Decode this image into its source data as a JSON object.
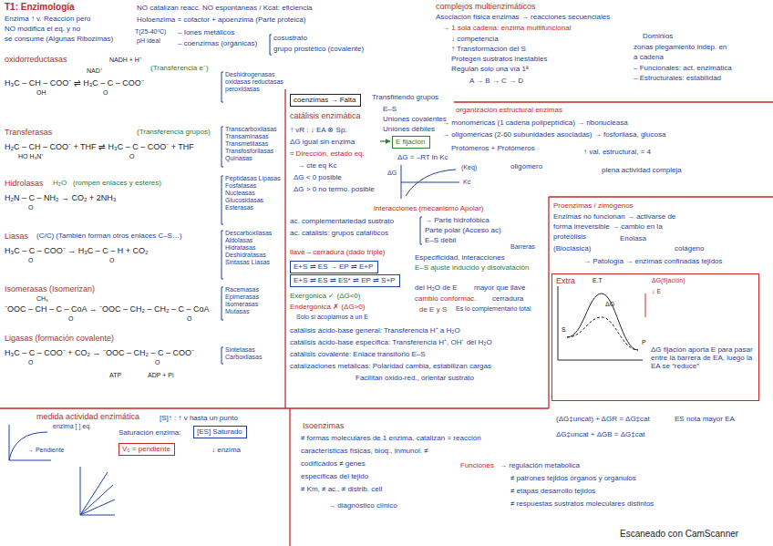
{
  "diagram": {
    "title": "T1: Enzimología",
    "nodes": [
      {
        "text": [
          "coenzimas → Falta"
        ]
      },
      {
        "text": [
          "E+S ⇌ ES → EP ⇌ E+P"
        ]
      },
      {
        "text": [
          "E+S ⇌ ES ⇌ ES* ⇌ EP ⇌ S+P"
        ]
      },
      {
        "text": [
          "E fijación"
        ]
      },
      {
        "text": [
          "[ES] Saturado"
        ]
      },
      {
        "text": [
          "V₀ = pendiente"
        ]
      },
      {
        "text": [
          "Extra",
          "ΔG fijación aporta E para pasar entre la barrera de EA, luego la EA se “reduce”"
        ]
      }
    ],
    "labels": [
      "Enzima ↑ v. Reacción pero",
      "NO modifica el eq. y no",
      "se consume (Algunas Ribozimas)",
      "NO catalizan reacc. NO espontáneas / Kcat: eficiencia",
      "Holoenzima = cofactor + apoenzima (Parte proteica)",
      "T(25-40ºC)",
      "pH ideal",
      "– Iones metálicos",
      "– coenzimas (orgánicas)",
      "cosustrato",
      "grupo prostético (covalente)",
      "oxidorreductasas",
      "NADH + H⁺",
      "NAD⁺",
      "H₃C – CH – COO⁻ ⇌ H₃C – C – COO⁻",
      "OH",
      "O",
      "(Transferencia e⁻)",
      "Deshidrogenasas oxidasas reductasas peroxidasas",
      "Transferasas",
      "H₂C – CH – COO⁻ + THF ⇌ H₃C – C – COO⁻ + THF",
      "HO H₃N⁺",
      "O",
      "(Transferencia grupos)",
      "Transcarboxilasas Transaminasas Transmetilasas Transfosforilasas Quinasas",
      "Hidrolasas",
      "H₂O",
      "(rompen enlaces y esteres)",
      "H₂N – C – NH₂ → CO₂ + 2NH₃",
      "O",
      "Peptidasas Lipasas Fosfatasas Nucleasas Glucosidasas Esterasas",
      "Liasas",
      "(C/C) (También forman otros enlaces C–S…)",
      "H₃C – C – COO⁻ → H₃C – C – H + CO₂",
      "O",
      "O",
      "Descarboxilasas Aldolasas Hidratasas Deshidratasas Sintasas Liasas",
      "Isomerasas (Isomerizan)",
      "CH₃",
      "⁻OOC – CH – C – CoA → ⁻OOC – CH₂ – CH₂ – C – CoA",
      "O",
      "O",
      "Racemasas Epimerasas Isomerasas Mutasas",
      "Ligasas (formación covalente)",
      "H₃C – C – COO⁻ + CO₂ → ⁻OOC – CH₂ – C – COO⁻",
      "O",
      "O",
      "ATP",
      "ADP + Pi",
      "Sintetasas Carboxilasas",
      "Transfiriendo grupos",
      "catálisis enzimática",
      "E–S",
      "Uniones covalentes",
      "Uniones débiles",
      "↑ vR : ↓ EA ⊗ Sp.",
      "ΔG igual sin enzima",
      "≈ Dirección, estado eq.",
      "→ cte eq Kc",
      "ΔG < 0 posible",
      "ΔG > 0 no termo. posible",
      "ΔG = –RT ln Kc",
      "ΔG",
      "(Keq)",
      "Kc",
      "interacciones (mecanismo Apolar)",
      "→ Parte hidrofóbica",
      "Parte polar (Acceso ac)",
      "E–S débil",
      "ac. complementariedad sustrato",
      "ac. catálisis: grupos catalíticos",
      "llave – cerradura (dado triple)",
      "Barreras",
      "Especificidad, interacciones",
      "E–S ajuste inducido y disolvatación",
      "del H₂O de E",
      "mayor que llave",
      "cambio conformac.",
      "cerradura",
      "de E y S",
      "Es lo complementario total",
      "Exergónica ✓ (ΔG<0)",
      "Endergónica ✗ (ΔG>0)",
      "Solo si acoplamos a un E",
      "catálisis ácido-base general: Transferencia H⁺ a H₂O",
      "catálisis ácido-base específica: Transferencia H⁺, OH⁻ del H₂O",
      "catálisis covalente: Enlace transitorio E–S",
      "catalizaciones metálicas: Polaridad cambia, estabilizan cargas",
      "Facilitan oxido-red., orientar sustrato",
      "complejos multienzimáticos",
      "Asociación física enzimas → reacciones secuenciales",
      "→ 1 sola cadena: enzima multifuncional",
      "↓ competencia",
      "↑ Transformación del S",
      "Protegen sustratos inestables",
      "Regulan solo una vía 1ª",
      "A → B → C → D",
      "Dominios",
      "zonas plegamiento indep. en",
      "a cadena",
      "– Funcionales: act. enzimática",
      "– Estructurales: estabilidad",
      "organización estructural enzimas",
      "→ monoméricas (1 cadena polipeptídica) → ribonucleasa",
      "→ oligoméricas (2-60 subunidades asociadas) → fosforilasa, glucosa",
      "Protómeros + Protómeros",
      "oligómero",
      "↑ val. estructural, = 4",
      "plena actividad compleja",
      "Proenzimas / zimógenos",
      "Enzimas no funcionan → activarse de",
      "forma irreversible → cambio en la",
      "proteólisis",
      "Enolasa",
      "(Bioclásica)",
      "colágeno",
      "→ Patología → enzimas confinadas tejidos",
      "E.T",
      "ΔG(fijación)",
      "↓ E",
      "ΔG",
      "S",
      "P",
      "(ΔG‡uncat) + ΔGR = ΔG‡cat",
      "ES nota mayor EA",
      "ΔG‡uncat + ΔGB = ΔG‡cat",
      "medida actividad enzimática",
      "enzima [ ] eq.",
      "→ Pendiente",
      "[S]↑ : ↑ v hasta un punto",
      "Saturación enzima:",
      "↓ enzima",
      "Isoenzimas",
      "≠ formas moleculares de 1 enzima, catalizan = reacción",
      "características físicas, bioq., inmunol. ≠",
      "codificados ≠ genes",
      "específicas del tejido",
      "≠ Km, ≠ ac., ≠ distrib. cell",
      "→ diagnóstico clínico",
      "Funciones",
      "→ regulación metabólica",
      "≠ patrones tejidos órganos y orgánulos",
      "≠ etapas desarrollo tejidos",
      "≠ respuestas sustratos moleculares distintos",
      "Escaneado con CamScanner"
    ]
  }
}
